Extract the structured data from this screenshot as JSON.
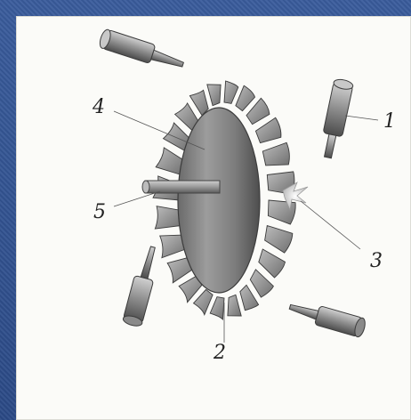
{
  "diagram": {
    "labels": {
      "l1": "1",
      "l2": "2",
      "l3": "3",
      "l4": "4",
      "l5": "5"
    },
    "colors": {
      "background_frame": "#2f4f8c",
      "sheet": "#fbfbf8",
      "metal_dark": "#4a4a4a",
      "metal_mid": "#8a8a8a",
      "metal_light": "#d6d6d6",
      "flame": "#d9d9d9"
    }
  }
}
